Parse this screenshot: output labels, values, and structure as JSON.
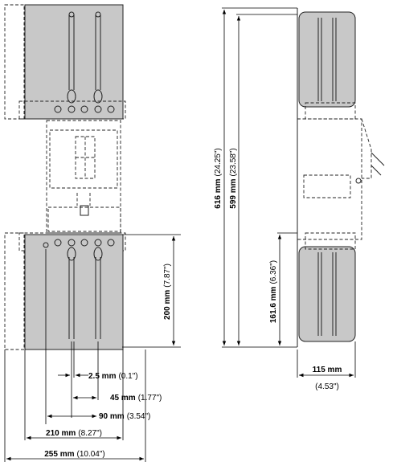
{
  "dimensions": {
    "d616": {
      "metric": "616 mm",
      "imperial": "(24.25\")"
    },
    "d599": {
      "metric": "599 mm",
      "imperial": "(23.58\")"
    },
    "d161": {
      "metric": "161.6 mm",
      "imperial": "(6.36\")"
    },
    "d200": {
      "metric": "200 mm",
      "imperial": "(7.87\")"
    },
    "d115": {
      "metric": "115 mm",
      "imperial": "(4.53\")"
    },
    "d2_5": {
      "metric": "2.5 mm",
      "imperial": "(0.1\")"
    },
    "d45": {
      "metric": "45 mm",
      "imperial": "(1.77\")"
    },
    "d90": {
      "metric": "90 mm",
      "imperial": "(3.54\")"
    },
    "d210": {
      "metric": "210 mm",
      "imperial": "(8.27\")"
    },
    "d255": {
      "metric": "255 mm",
      "imperial": "(10.04\")"
    }
  }
}
